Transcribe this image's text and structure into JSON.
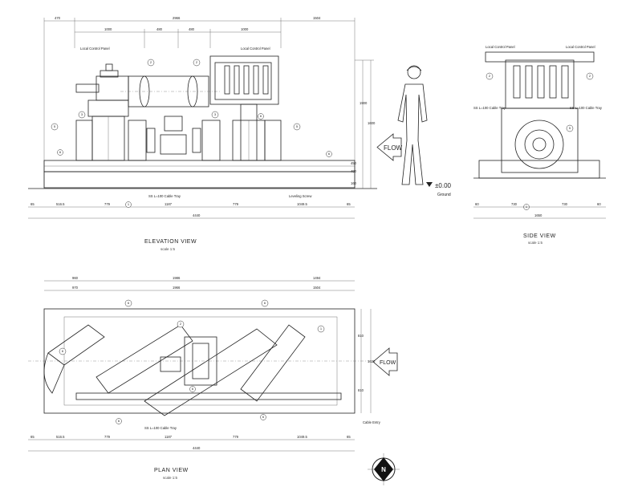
{
  "views": {
    "elevation": {
      "title": "ELEVATION VIEW",
      "scale": "scale 1:5"
    },
    "side": {
      "title": "SIDE VIEW",
      "scale": "scale 1:5"
    },
    "plan": {
      "title": "PLAN VIEW",
      "scale": "scale 1:5"
    }
  },
  "labels": {
    "local_control_panel": "Local Control Panel",
    "cable_tray": "SS L=100 Cable Tray",
    "leveling_screw": "Leveling Screw",
    "flow": "FLOW",
    "ground_level": "±0.00",
    "ground": "Ground",
    "cable_entry": "Cable Entry",
    "north": "N"
  },
  "dimensions": {
    "elev_top": [
      "470",
      "2966",
      "1504"
    ],
    "elev_second": [
      "1000",
      "480",
      "480",
      "1000"
    ],
    "elev_bottom": [
      "65",
      "516.5",
      "779",
      "1187",
      "779",
      "1049.5",
      "65"
    ],
    "elev_total": "4440",
    "elev_right": [
      "1900",
      "1600",
      "450",
      "400",
      "160"
    ],
    "side_bottom": [
      "60",
      "730",
      "730",
      "60"
    ],
    "side_total": "1650",
    "plan_top1": [
      "960",
      "1986",
      "1494"
    ],
    "plan_top2": [
      "970",
      "1966",
      "1504"
    ],
    "plan_bottom": [
      "65",
      "516.5",
      "779",
      "1187",
      "779",
      "1049.5",
      "65"
    ],
    "plan_total": "4440",
    "plan_right": [
      "810",
      "1620",
      "810"
    ]
  },
  "bubbles": [
    "1",
    "2",
    "3",
    "4",
    "5",
    "6"
  ]
}
